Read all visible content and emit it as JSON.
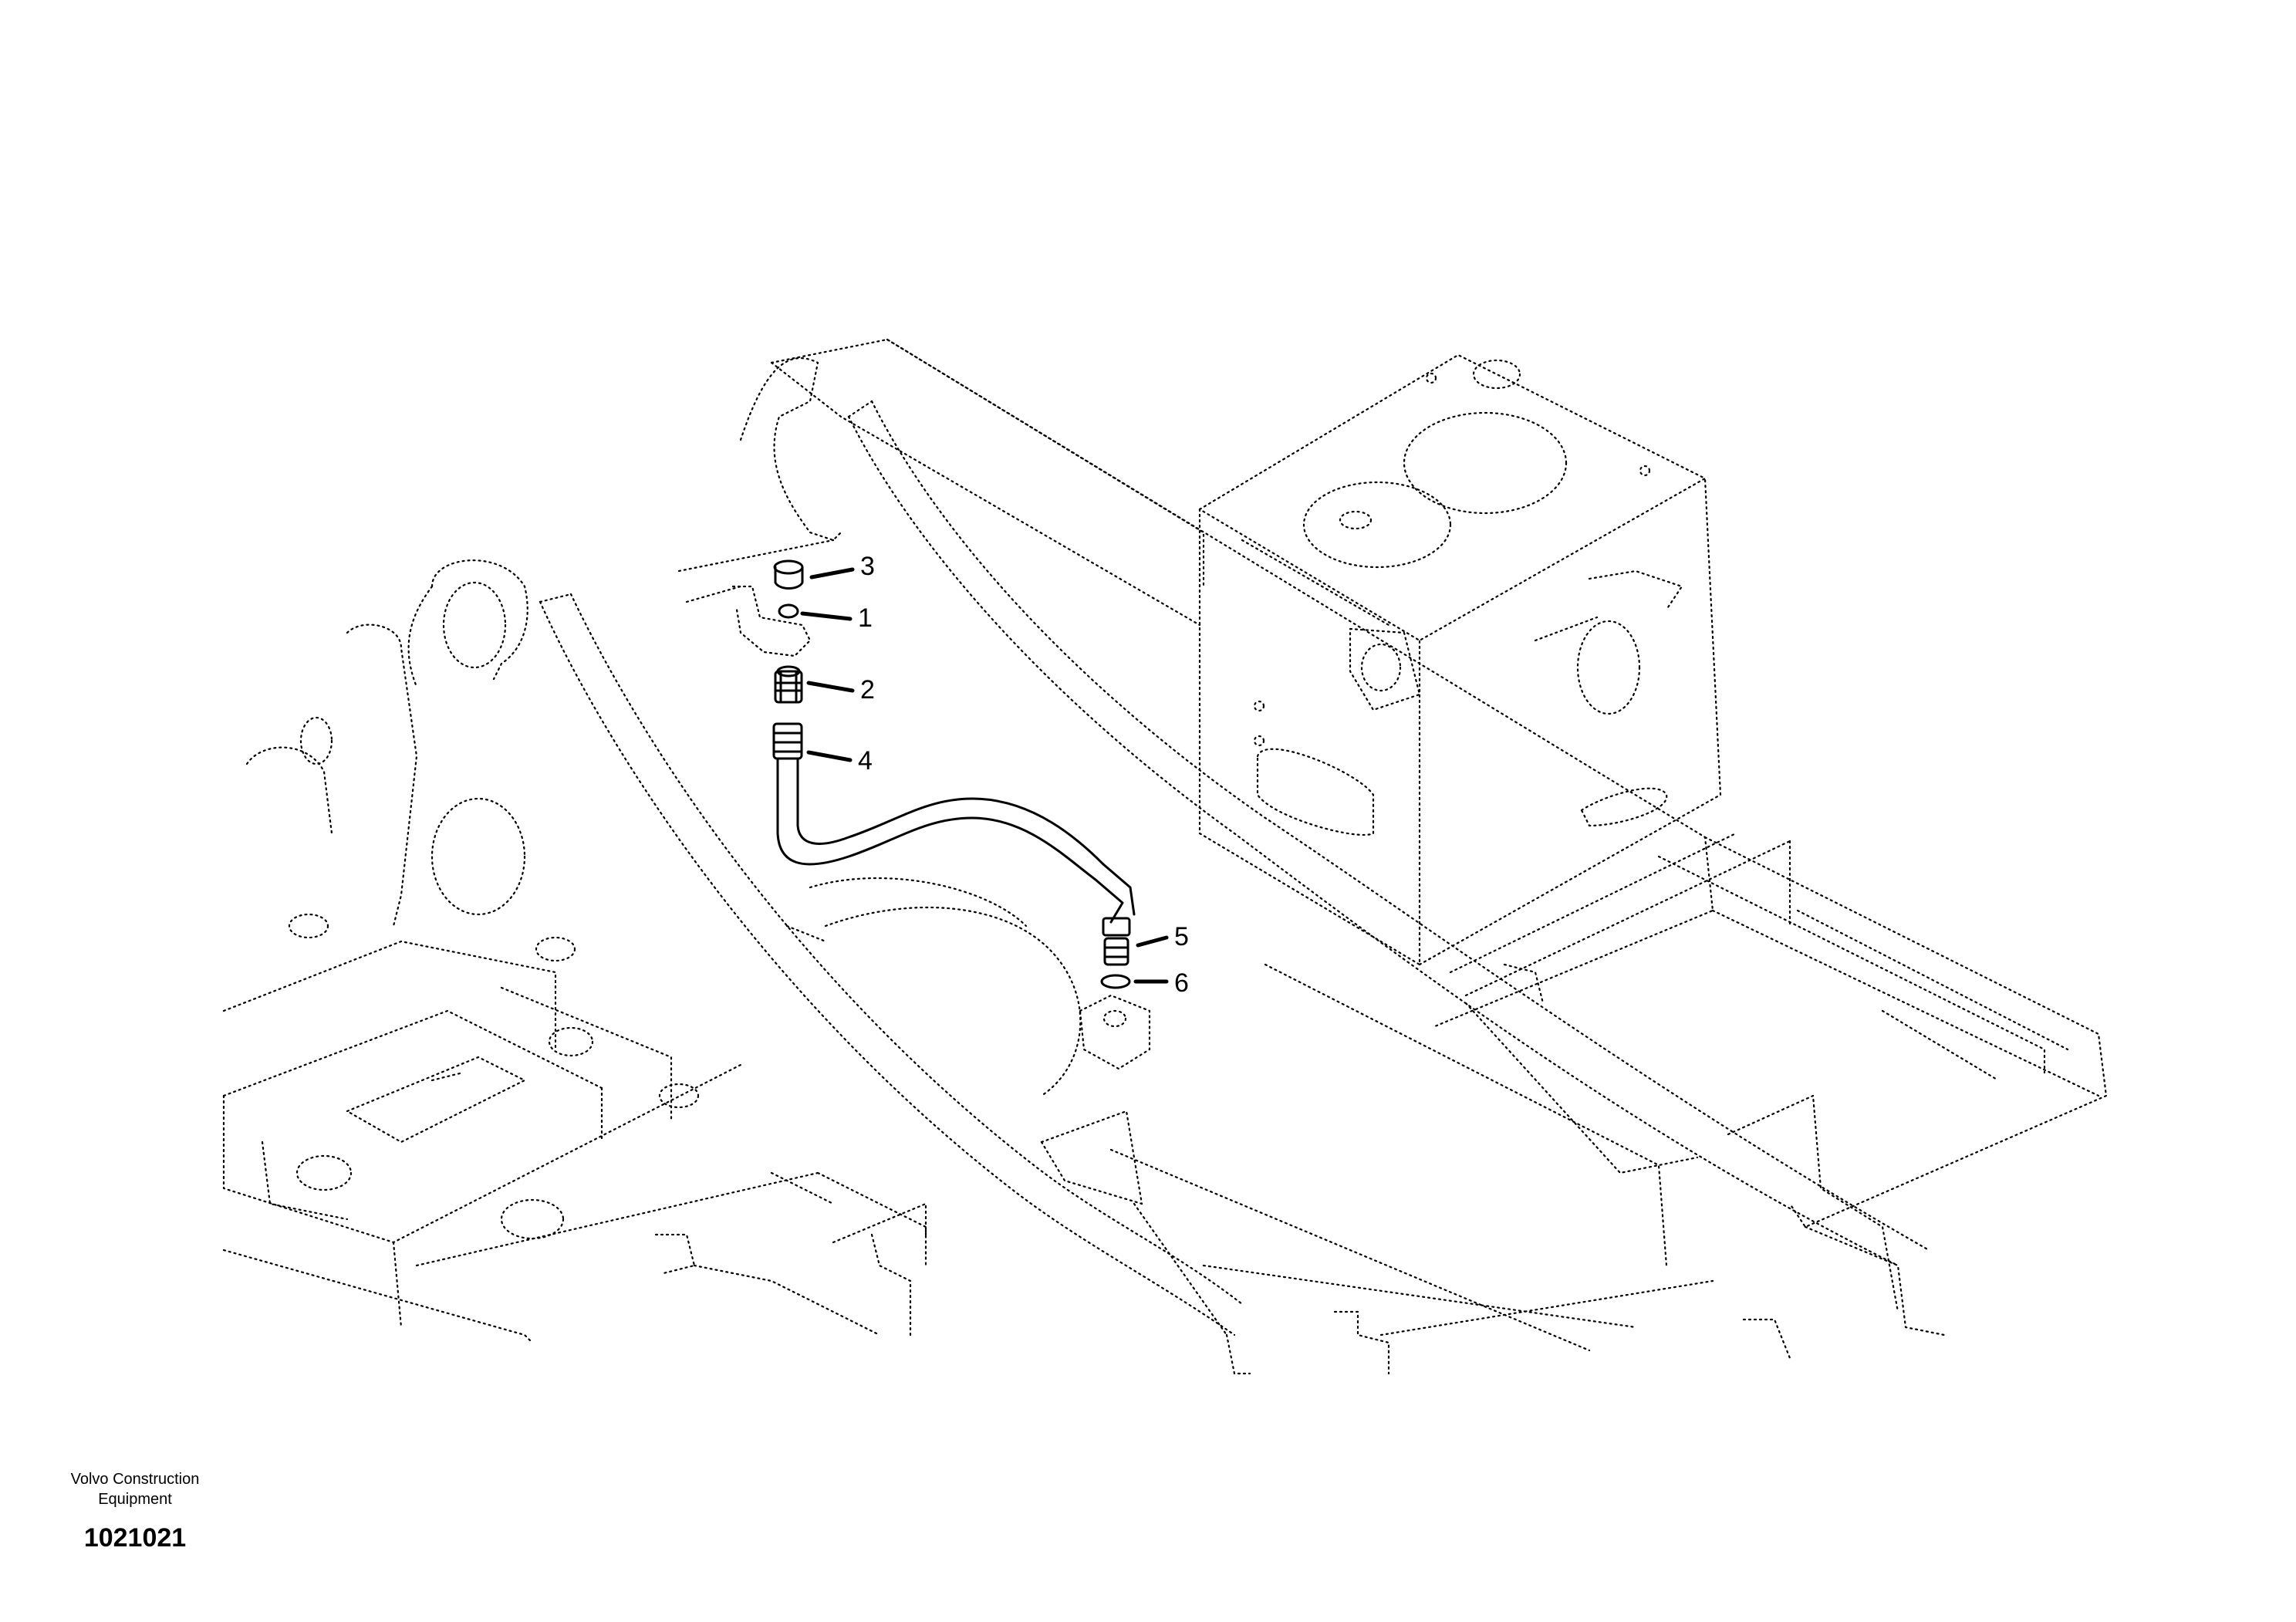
{
  "callouts": [
    {
      "id": "1",
      "label": "1"
    },
    {
      "id": "2",
      "label": "2"
    },
    {
      "id": "3",
      "label": "3"
    },
    {
      "id": "4",
      "label": "4"
    },
    {
      "id": "5",
      "label": "5"
    },
    {
      "id": "6",
      "label": "6"
    }
  ],
  "footer": {
    "brand_line1": "Volvo Construction",
    "brand_line2": "Equipment",
    "doc_number": "1021021"
  }
}
